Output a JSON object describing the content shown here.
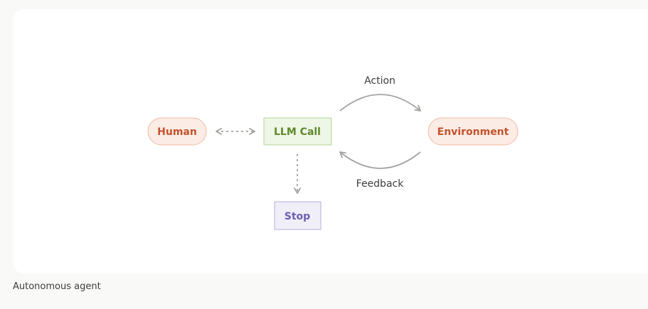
{
  "nodes": {
    "human": "Human",
    "llm_call": "LLM Call",
    "environment": "Environment",
    "stop": "Stop"
  },
  "edges": {
    "action": "Action",
    "feedback": "Feedback"
  },
  "caption": "Autonomous agent",
  "colors": {
    "background": "#f9f9f7",
    "card": "#ffffff",
    "orange_text": "#c4522b",
    "orange_fill": "#fbece5",
    "orange_border": "#f0b9a2",
    "green_text": "#5d8a2b",
    "green_fill": "#eef6e6",
    "green_border": "#b7d49a",
    "purple_text": "#6a5fb0",
    "purple_fill": "#f0eef9",
    "purple_border": "#b5aee0",
    "arrow": "#a3a3a0"
  }
}
